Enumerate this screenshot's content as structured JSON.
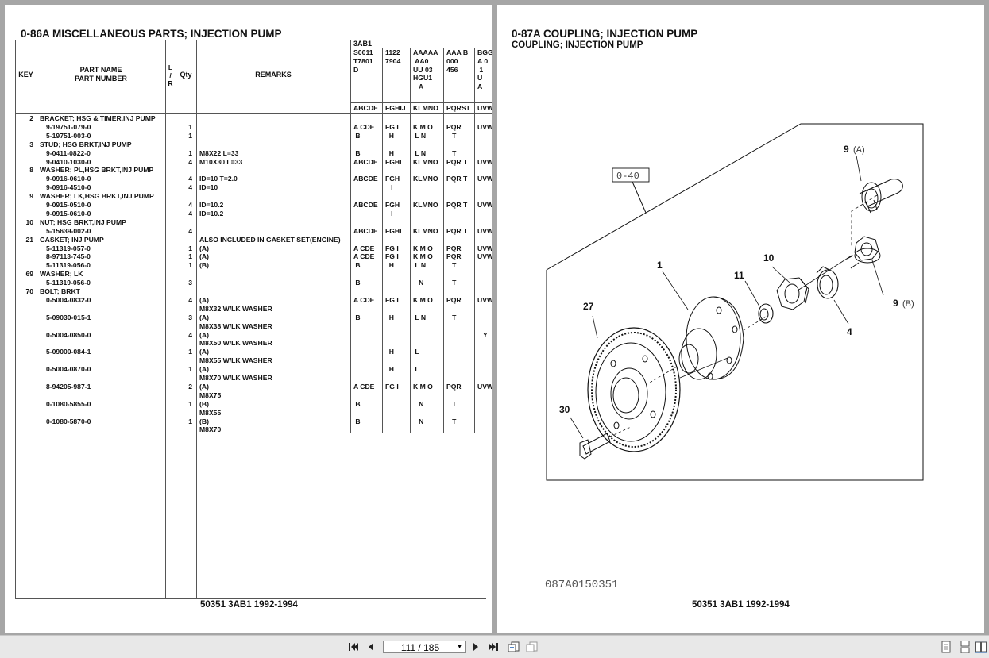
{
  "left_page": {
    "title": "0-86A  MISCELLANEOUS PARTS; INJECTION PUMP",
    "footer": "50351 3AB1 1992-1994",
    "headers": {
      "key": "KEY",
      "part_name": "PART NAME",
      "part_number": "PART NUMBER",
      "lr": "L\n/\nR",
      "qty": "Qty",
      "remarks": "REMARKS",
      "model": "3AB1"
    },
    "model_columns": [
      {
        "head": "S0011\nT7801\nD",
        "letters": "ABCDE"
      },
      {
        "head": "1122\n7904",
        "letters": "FGHIJ"
      },
      {
        "head": "AAAAA\n AA0\nUU 03\nHGU1\n   A",
        "letters": "KLMNO"
      },
      {
        "head": "AAA B\n000\n456",
        "letters": "PQRST"
      },
      {
        "head": "BGG\nA 0\n 1\nU\nA",
        "letters": "UVW"
      }
    ],
    "rows": [
      {
        "key": "2",
        "name": "BRACKET; HSG & TIMER,INJ PUMP",
        "pn": false,
        "qty": "",
        "rem": "",
        "m": [
          "",
          "",
          "",
          "",
          ""
        ]
      },
      {
        "key": "",
        "name": "9-19751-079-0",
        "pn": true,
        "qty": "1",
        "rem": "",
        "m": [
          "A CDE",
          "FG I",
          "K M O",
          "PQR",
          "UVW"
        ]
      },
      {
        "key": "",
        "name": "5-19751-003-0",
        "pn": true,
        "qty": "1",
        "rem": "",
        "m": [
          " B",
          "  H",
          " L N",
          "   T",
          ""
        ]
      },
      {
        "key": "3",
        "name": "STUD; HSG BRKT,INJ PUMP",
        "pn": false,
        "qty": "",
        "rem": "",
        "m": [
          "",
          "",
          "",
          "",
          ""
        ]
      },
      {
        "key": "",
        "name": "9-0411-0822-0",
        "pn": true,
        "qty": "1",
        "rem": "M8X22 L=33",
        "m": [
          " B",
          "  H",
          " L N",
          "   T",
          ""
        ]
      },
      {
        "key": "",
        "name": "9-0410-1030-0",
        "pn": true,
        "qty": "4",
        "rem": "M10X30 L=33",
        "m": [
          "ABCDE",
          "FGHI",
          "KLMNO",
          "PQR T",
          "UVW"
        ]
      },
      {
        "key": "8",
        "name": "WASHER; PL,HSG BRKT,INJ PUMP",
        "pn": false,
        "qty": "",
        "rem": "",
        "m": [
          "",
          "",
          "",
          "",
          ""
        ]
      },
      {
        "key": "",
        "name": "9-0916-0610-0",
        "pn": true,
        "qty": "4",
        "rem": "ID=10 T=2.0",
        "m": [
          "ABCDE",
          "FGH",
          "KLMNO",
          "PQR T",
          "UVW"
        ]
      },
      {
        "key": "",
        "name": "9-0916-4510-0",
        "pn": true,
        "qty": "4",
        "rem": "ID=10",
        "m": [
          "",
          "   I",
          "",
          "",
          ""
        ]
      },
      {
        "key": "9",
        "name": "WASHER; LK,HSG BRKT,INJ PUMP",
        "pn": false,
        "qty": "",
        "rem": "",
        "m": [
          "",
          "",
          "",
          "",
          ""
        ]
      },
      {
        "key": "",
        "name": "9-0915-0510-0",
        "pn": true,
        "qty": "4",
        "rem": "ID=10.2",
        "m": [
          "ABCDE",
          "FGH",
          "KLMNO",
          "PQR T",
          "UVW"
        ]
      },
      {
        "key": "",
        "name": "9-0915-0610-0",
        "pn": true,
        "qty": "4",
        "rem": "ID=10.2",
        "m": [
          "",
          "   I",
          "",
          "",
          ""
        ]
      },
      {
        "key": "10",
        "name": "NUT; HSG BRKT,INJ PUMP",
        "pn": false,
        "qty": "",
        "rem": "",
        "m": [
          "",
          "",
          "",
          "",
          ""
        ]
      },
      {
        "key": "",
        "name": "5-15639-002-0",
        "pn": true,
        "qty": "4",
        "rem": "",
        "m": [
          "ABCDE",
          "FGHI",
          "KLMNO",
          "PQR T",
          "UVW"
        ]
      },
      {
        "key": "21",
        "name": "GASKET; INJ PUMP",
        "pn": false,
        "qty": "",
        "rem": "ALSO INCLUDED IN GASKET SET(ENGINE)",
        "m": [
          "",
          "",
          "",
          "",
          ""
        ]
      },
      {
        "key": "",
        "name": "5-11319-057-0",
        "pn": true,
        "qty": "1",
        "rem": "(A)",
        "m": [
          "A CDE",
          "FG I",
          "K M O",
          "PQR",
          "UVW"
        ]
      },
      {
        "key": "",
        "name": "8-97113-745-0",
        "pn": true,
        "qty": "1",
        "rem": "(A)",
        "m": [
          "A CDE",
          "FG I",
          "K M O",
          "PQR",
          "UVW"
        ]
      },
      {
        "key": "",
        "name": "5-11319-056-0",
        "pn": true,
        "qty": "1",
        "rem": "(B)",
        "m": [
          " B",
          "  H",
          " L N",
          "   T",
          ""
        ]
      },
      {
        "key": "69",
        "name": "WASHER; LK",
        "pn": false,
        "qty": "",
        "rem": "",
        "m": [
          "",
          "",
          "",
          "",
          ""
        ]
      },
      {
        "key": "",
        "name": "5-11319-056-0",
        "pn": true,
        "qty": "3",
        "rem": "",
        "m": [
          " B",
          "",
          "   N",
          "   T",
          ""
        ]
      },
      {
        "key": "70",
        "name": "BOLT; BRKT",
        "pn": false,
        "qty": "",
        "rem": "",
        "m": [
          "",
          "",
          "",
          "",
          ""
        ]
      },
      {
        "key": "",
        "name": "0-5004-0832-0",
        "pn": true,
        "qty": "4",
        "rem": "(A)",
        "m": [
          "A CDE",
          "FG I",
          "K M O",
          "PQR",
          "UVW"
        ]
      },
      {
        "key": "",
        "name": "",
        "pn": true,
        "qty": "",
        "rem": "M8X32 W/LK WASHER",
        "m": [
          "",
          "",
          "",
          "",
          ""
        ]
      },
      {
        "key": "",
        "name": "5-09030-015-1",
        "pn": true,
        "qty": "3",
        "rem": "(A)",
        "m": [
          " B",
          "  H",
          " L N",
          "   T",
          ""
        ]
      },
      {
        "key": "",
        "name": "",
        "pn": true,
        "qty": "",
        "rem": "M8X38 W/LK WASHER",
        "m": [
          "",
          "",
          "",
          "",
          ""
        ]
      },
      {
        "key": "",
        "name": "0-5004-0850-0",
        "pn": true,
        "qty": "4",
        "rem": "(A)",
        "m": [
          "",
          "",
          "",
          "",
          "   Y"
        ]
      },
      {
        "key": "",
        "name": "",
        "pn": true,
        "qty": "",
        "rem": "M8X50 W/LK WASHER",
        "m": [
          "",
          "",
          "",
          "",
          ""
        ]
      },
      {
        "key": "",
        "name": "5-09000-084-1",
        "pn": true,
        "qty": "1",
        "rem": "(A)",
        "m": [
          "",
          "  H",
          " L",
          "",
          ""
        ]
      },
      {
        "key": "",
        "name": "",
        "pn": true,
        "qty": "",
        "rem": "M8X55 W/LK WASHER",
        "m": [
          "",
          "",
          "",
          "",
          ""
        ]
      },
      {
        "key": "",
        "name": "0-5004-0870-0",
        "pn": true,
        "qty": "1",
        "rem": "(A)",
        "m": [
          "",
          "  H",
          " L",
          "",
          ""
        ]
      },
      {
        "key": "",
        "name": "",
        "pn": true,
        "qty": "",
        "rem": "M8X70 W/LK WASHER",
        "m": [
          "",
          "",
          "",
          "",
          ""
        ]
      },
      {
        "key": "",
        "name": "8-94205-987-1",
        "pn": true,
        "qty": "2",
        "rem": "(A)",
        "m": [
          "A CDE",
          "FG I",
          "K M O",
          "PQR",
          "UVW"
        ]
      },
      {
        "key": "",
        "name": "",
        "pn": true,
        "qty": "",
        "rem": "M8X75",
        "m": [
          "",
          "",
          "",
          "",
          ""
        ]
      },
      {
        "key": "",
        "name": "0-1080-5855-0",
        "pn": true,
        "qty": "1",
        "rem": "(B)",
        "m": [
          " B",
          "",
          "   N",
          "   T",
          ""
        ]
      },
      {
        "key": "",
        "name": "",
        "pn": true,
        "qty": "",
        "rem": "M8X55",
        "m": [
          "",
          "",
          "",
          "",
          ""
        ]
      },
      {
        "key": "",
        "name": "0-1080-5870-0",
        "pn": true,
        "qty": "1",
        "rem": "(B)",
        "m": [
          " B",
          "",
          "   N",
          "   T",
          ""
        ]
      },
      {
        "key": "",
        "name": "",
        "pn": true,
        "qty": "",
        "rem": "M8X70",
        "m": [
          "",
          "",
          "",
          "",
          ""
        ]
      }
    ]
  },
  "right_page": {
    "title": "0-87A  COUPLING; INJECTION PUMP",
    "subtitle": "COUPLING; INJECTION PUMP",
    "footer": "50351 3AB1 1992-1994",
    "drawing_id": "087A0150351",
    "callouts": {
      "ref": "0-40",
      "c9a_num": "9",
      "c9a_suf": "(A)",
      "c9b_num": "9",
      "c9b_suf": "(B)",
      "c1": "1",
      "c10": "10",
      "c11": "11",
      "c27": "27",
      "c4": "4",
      "c30": "30"
    }
  },
  "toolbar": {
    "page_indicator": "111 / 185",
    "icons": {
      "first": "first-page-icon",
      "prev": "previous-page-icon",
      "next": "next-page-icon",
      "last": "last-page-icon",
      "back": "navigate-back-icon",
      "forward": "navigate-forward-icon",
      "single": "single-page-view-icon",
      "continuous": "continuous-view-icon",
      "facing": "two-page-view-icon"
    }
  }
}
